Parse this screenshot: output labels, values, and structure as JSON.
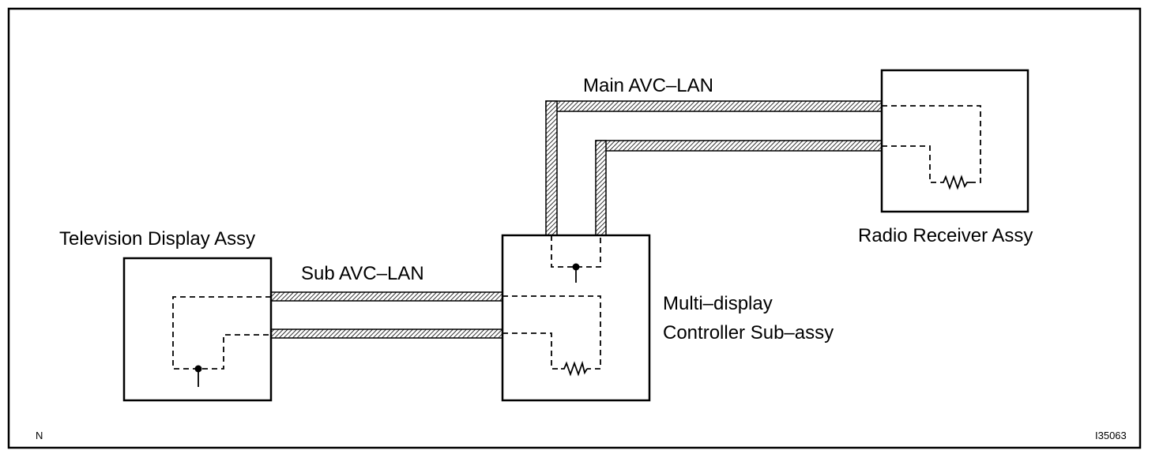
{
  "labels": {
    "main_avc_lan": "Main AVC–LAN",
    "sub_avc_lan": "Sub AVC–LAN",
    "tv_display": "Television Display Assy",
    "radio_receiver": "Radio Receiver Assy",
    "multi_display_line1": "Multi–display",
    "multi_display_line2": "Controller Sub–assy",
    "corner_left": "N",
    "corner_right": "I35063"
  },
  "colors": {
    "ink": "#000000",
    "hatch_background": "#ffffff",
    "paper": "#ffffff"
  }
}
